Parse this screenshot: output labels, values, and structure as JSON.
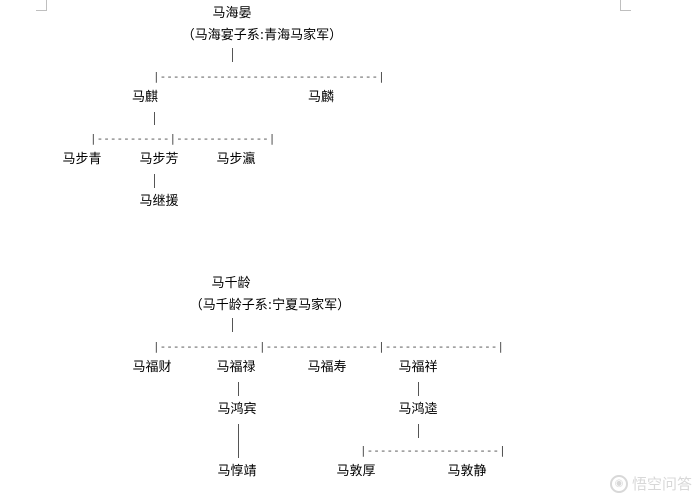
{
  "tree1": {
    "root": "马海晏",
    "root_note": "（马海宴子系:青海马家军）",
    "children": [
      "马麒",
      "马麟"
    ],
    "grandchildren": [
      "马步青",
      "马步芳",
      "马步瀛"
    ],
    "great_grandchild": "马继援",
    "connector_top": "|---------------------------------|",
    "connector_mid": "|-----------|--------------|"
  },
  "tree2": {
    "root": "马千龄",
    "root_note": "（马千龄子系:宁夏马家军）",
    "children": [
      "马福财",
      "马福禄",
      "马福寿",
      "马福祥"
    ],
    "lineage_left": [
      "马鸿宾",
      "马惇靖"
    ],
    "lineage_right": "马鸿逵",
    "grandchildren_right": [
      "马敦厚",
      "马敦静"
    ],
    "connector_top": "|---------------|-----------------|-----------------|",
    "connector_bottom": "|--------------------|"
  },
  "watermark": {
    "icon": "toutiao-logo-icon",
    "text": "悟空问答"
  }
}
